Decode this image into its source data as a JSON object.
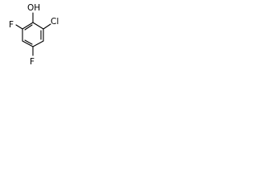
{
  "molecule": {
    "atoms": {
      "hydroxyl": "OH",
      "chlorine": "Cl",
      "fluorine_left": "F",
      "fluorine_bottom": "F"
    },
    "line_color": "#000000",
    "background": "#ffffff"
  }
}
